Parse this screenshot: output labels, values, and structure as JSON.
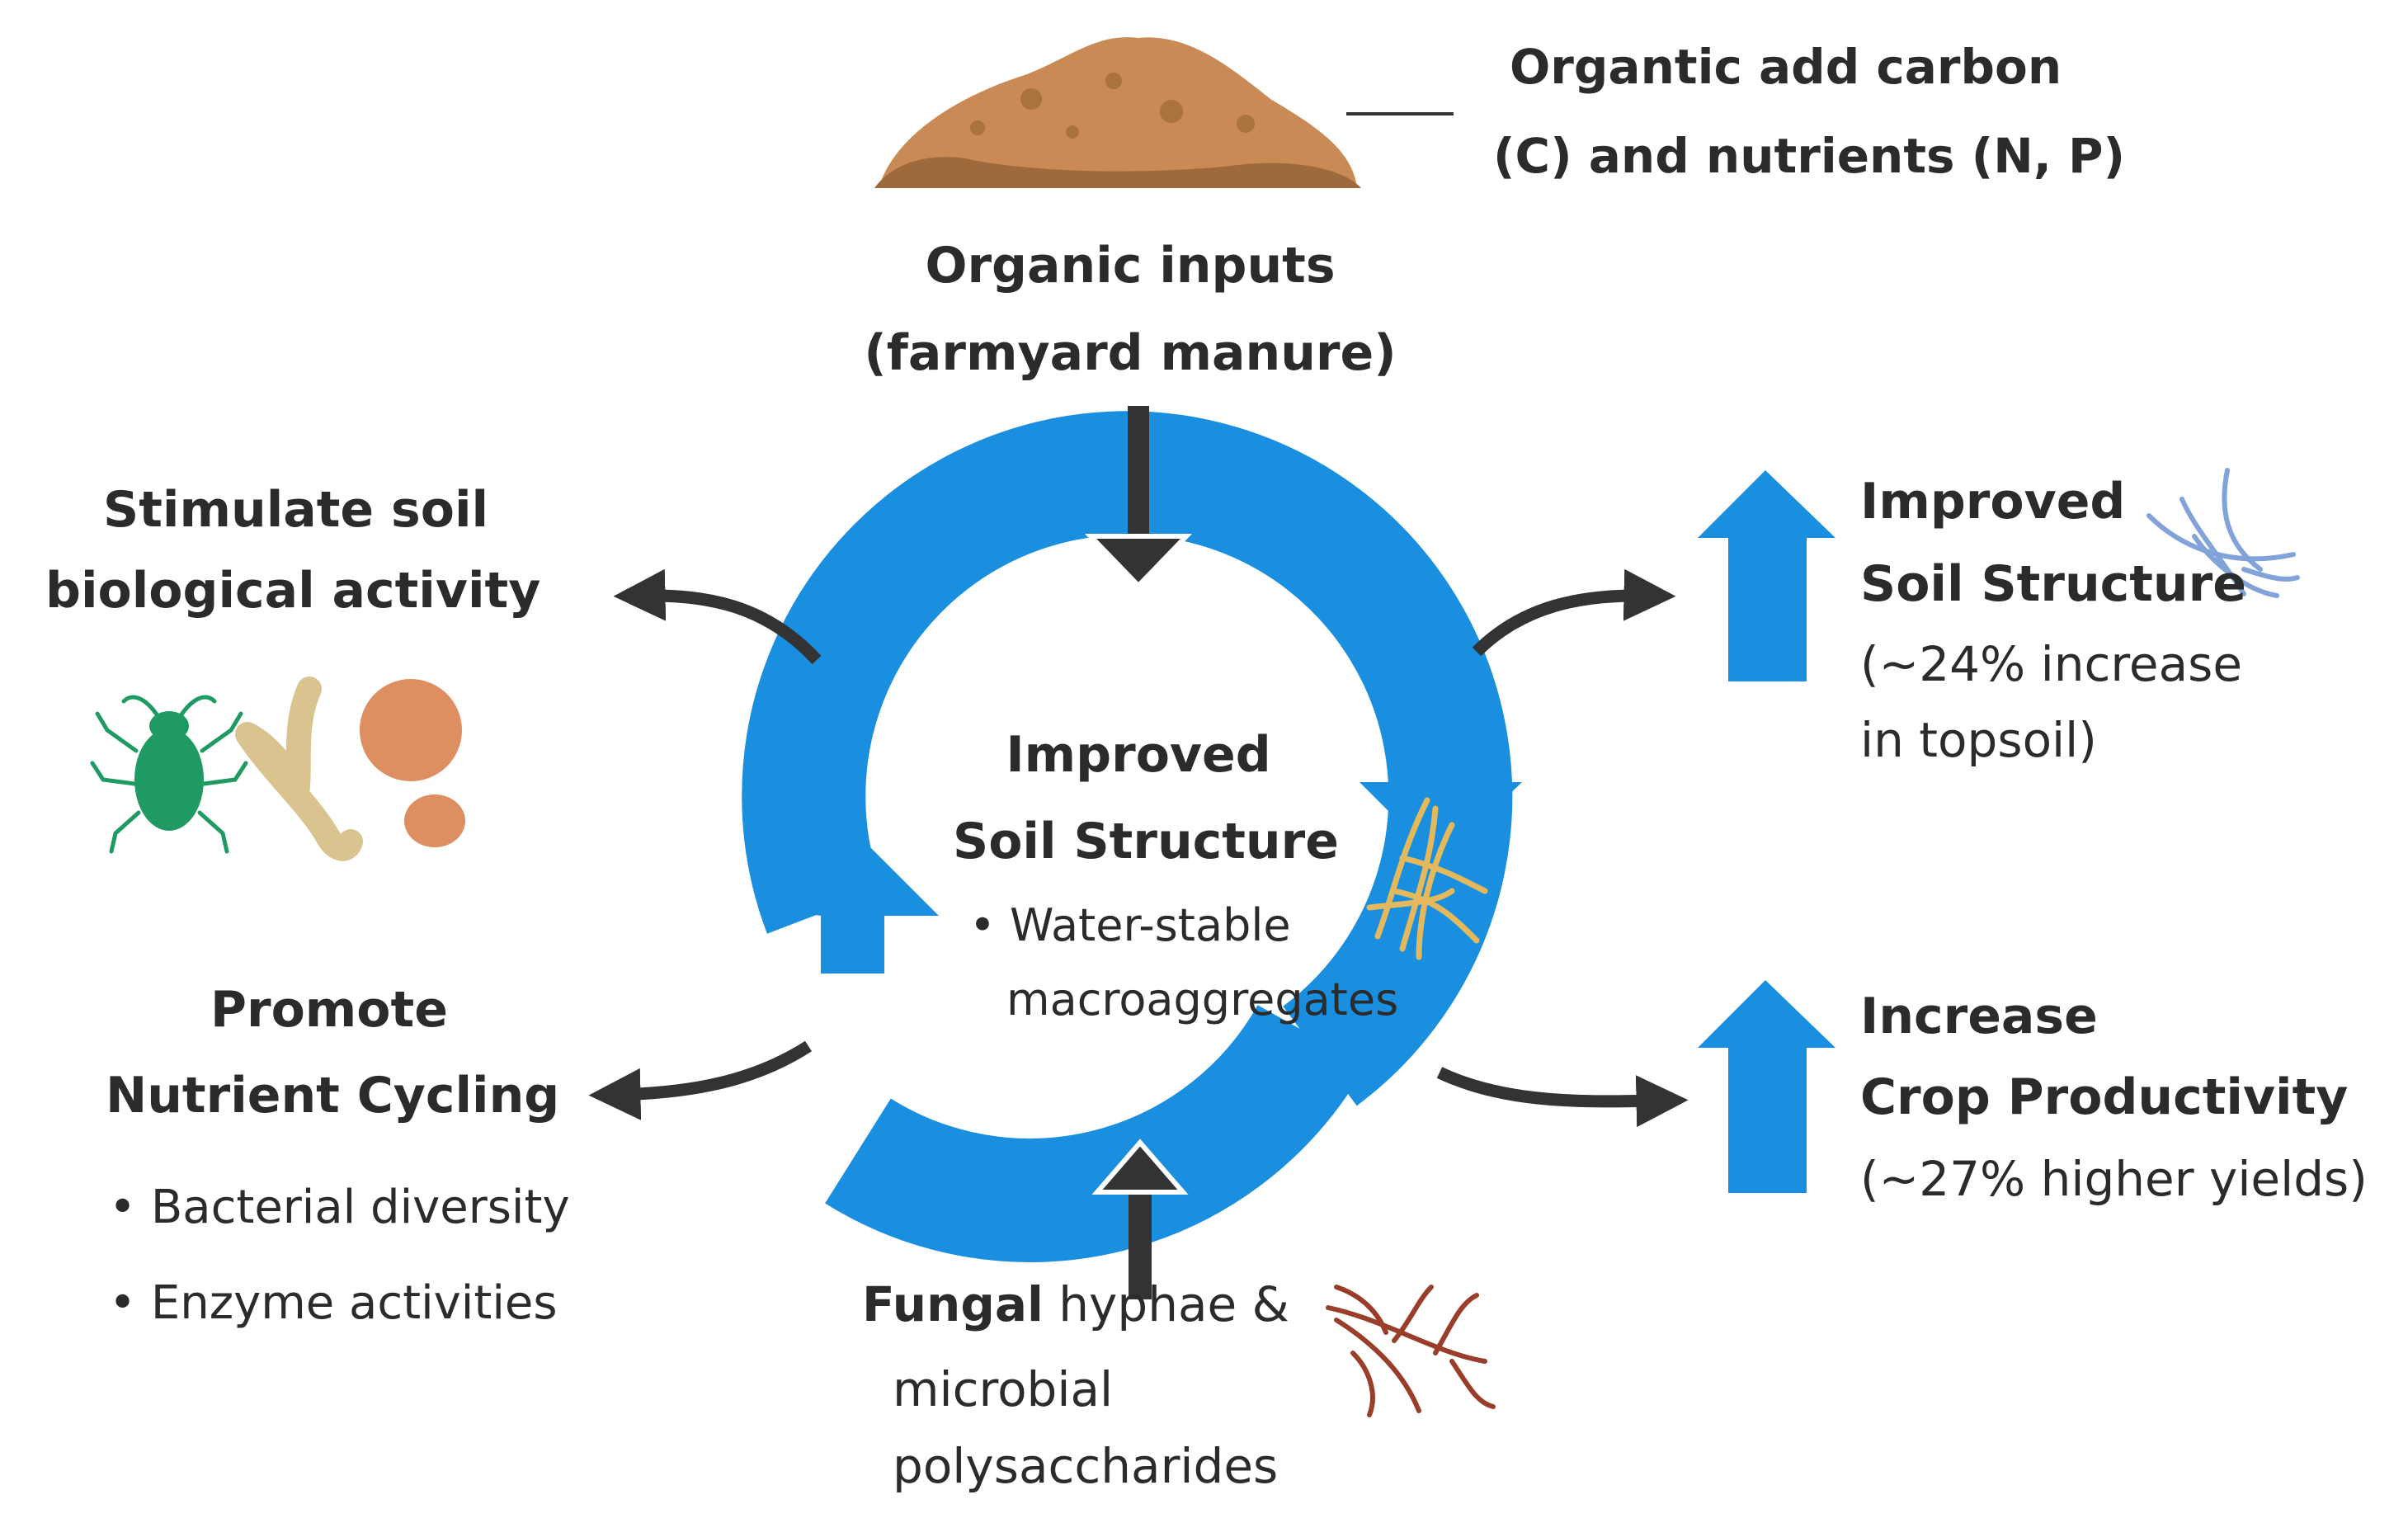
{
  "input_note": {
    "line1": "Organtic add carbon",
    "line2": "(C) and nutrients (N, P)"
  },
  "input": {
    "line1": "Organic inputs",
    "line2": "(farmyard manure)"
  },
  "center": {
    "line1": "Improved",
    "line2": "Soil Structure",
    "bullet": "• Water-stable",
    "bullet_cont": "macroaggregates"
  },
  "stimulate": {
    "line1": "Stimulate soil",
    "line2": "biological activity"
  },
  "promote": {
    "line1": "Promote",
    "line2": "Nutrient Cycling",
    "bullets": [
      "• Bacterial diversity",
      "• Enzyme activities"
    ]
  },
  "structure_out": {
    "line1": "Improved",
    "line2": "Soil Structure",
    "line3": "(~24% increase",
    "line4": "in topsoil)"
  },
  "crop_out": {
    "line1": "Increase",
    "line2": "Crop Productivity",
    "line3": "(~27% higher yields)"
  },
  "fungal": {
    "bold": "Fungal",
    "rest": " hyphae &",
    "line2": "microbial",
    "line3": "polysaccharides"
  },
  "colors": {
    "cycle_blue": "#1a8fe0",
    "arrow_dark": "#333333",
    "manure": "#c98a55",
    "manure_dark": "#9e6a3c",
    "organism_green": "#1f9a63",
    "worm": "#d9c48f",
    "organism_orange": "#dd8f62",
    "hyphae_blue": "#6c93d4",
    "hyphae_yellow": "#e5b95b",
    "hyphae_brown": "#9a3e2b"
  },
  "icons": [
    "manure-pile-icon",
    "mite-icon",
    "worm-icon",
    "microbe-cell-icon",
    "hyphae-icon"
  ]
}
